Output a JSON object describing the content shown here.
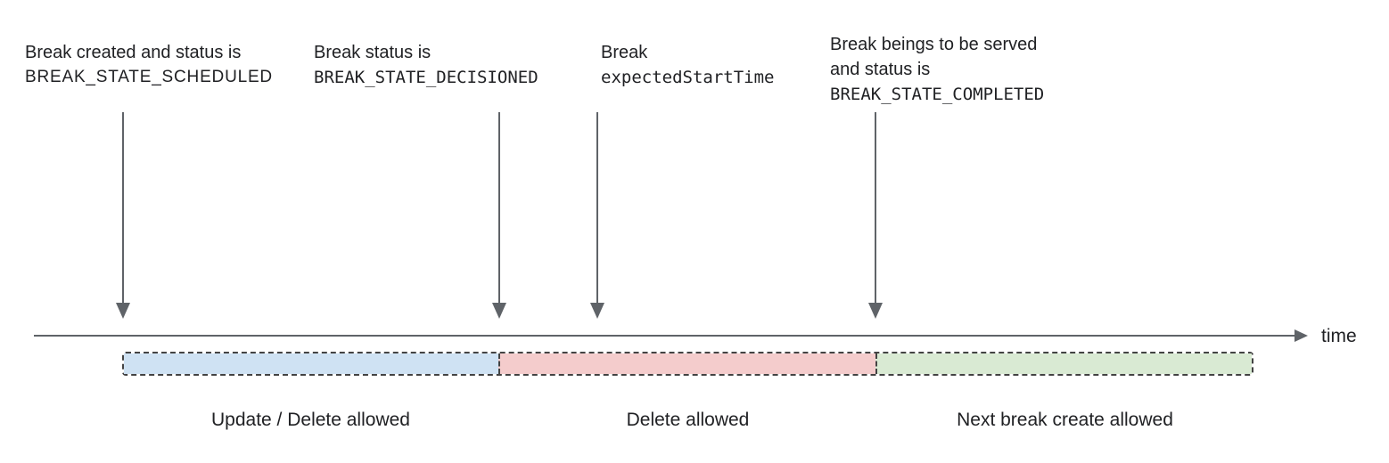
{
  "annotations": [
    {
      "lines": [
        {
          "text": "Break created and status is",
          "code": false
        },
        {
          "text": "BREAK_STATE_SCHEDULED",
          "code": true
        }
      ]
    },
    {
      "lines": [
        {
          "text": "Break status is",
          "code": false
        },
        {
          "text": "BREAK_STATE_DECISIONED",
          "code": true
        }
      ]
    },
    {
      "lines": [
        {
          "text": "Break",
          "code": false
        },
        {
          "text": "expectedStartTime",
          "code": true
        }
      ]
    },
    {
      "lines": [
        {
          "text": "Break beings to be served",
          "code": false
        },
        {
          "text": "and status is",
          "code": false
        },
        {
          "text": "BREAK_STATE_COMPLETED",
          "code": true
        }
      ]
    }
  ],
  "timeline": {
    "axis_label": "time"
  },
  "segments": [
    {
      "label": "Update / Delete allowed",
      "color": "#cfe2f3"
    },
    {
      "label": "Delete allowed",
      "color": "#f4cccc"
    },
    {
      "label": "Next break create allowed",
      "color": "#d9ead3"
    }
  ],
  "colors": {
    "arrow_line": "#5f6368",
    "dashed_border": "#434343",
    "text": "#202124"
  }
}
